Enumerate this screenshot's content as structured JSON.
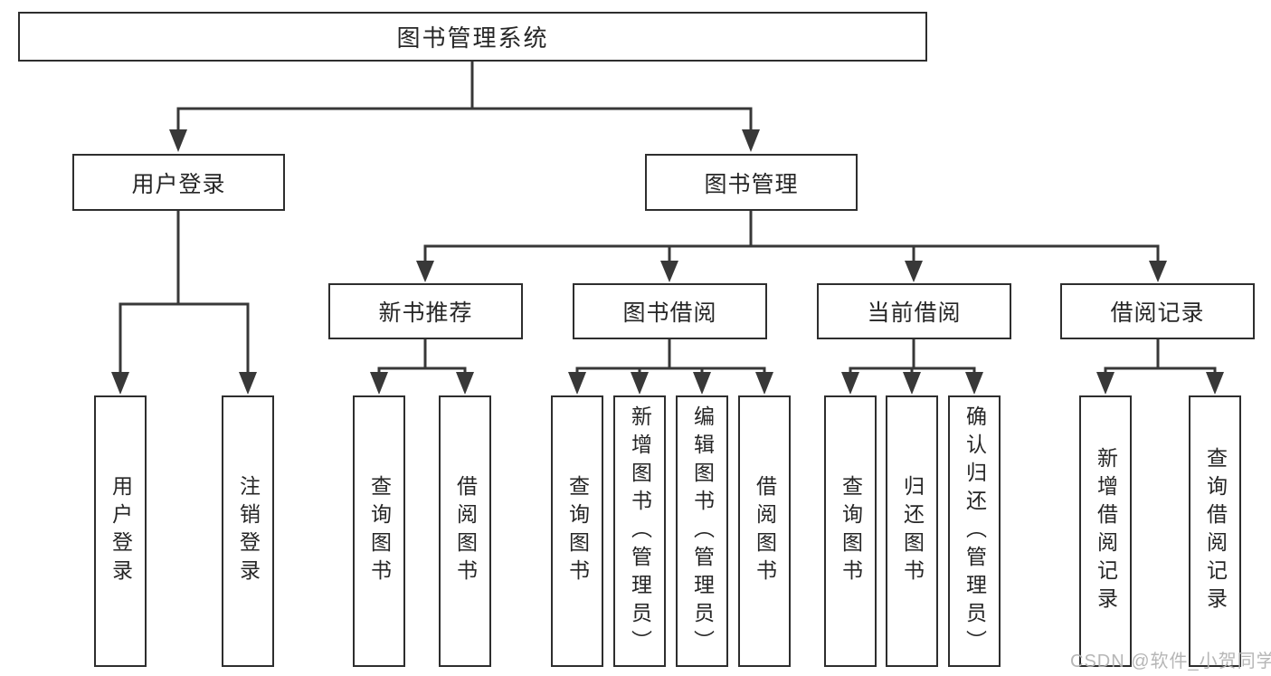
{
  "diagram": {
    "root": {
      "label": "图书管理系统"
    },
    "level2": [
      {
        "label": "用户登录"
      },
      {
        "label": "图书管理"
      }
    ],
    "level3": [
      {
        "label": "新书推荐"
      },
      {
        "label": "图书借阅"
      },
      {
        "label": "当前借阅"
      },
      {
        "label": "借阅记录"
      }
    ],
    "leaves": [
      {
        "label": "用户登录"
      },
      {
        "label": "注销登录"
      },
      {
        "label": "查询图书"
      },
      {
        "label": "借阅图书"
      },
      {
        "label": "查询图书"
      },
      {
        "label": "新增图书（管理员）"
      },
      {
        "label": "编辑图书（管理员）"
      },
      {
        "label": "借阅图书"
      },
      {
        "label": "查询图书"
      },
      {
        "label": "归还图书"
      },
      {
        "label": "确认归还（管理员）"
      },
      {
        "label": "新增借阅记录"
      },
      {
        "label": "查询借阅记录"
      }
    ],
    "watermark": "CSDN @软件_小贺同学",
    "colors": {
      "line": "#383838",
      "border": "#2e2e2e",
      "text": "#262626",
      "watermark": "#b2b2b2"
    }
  }
}
